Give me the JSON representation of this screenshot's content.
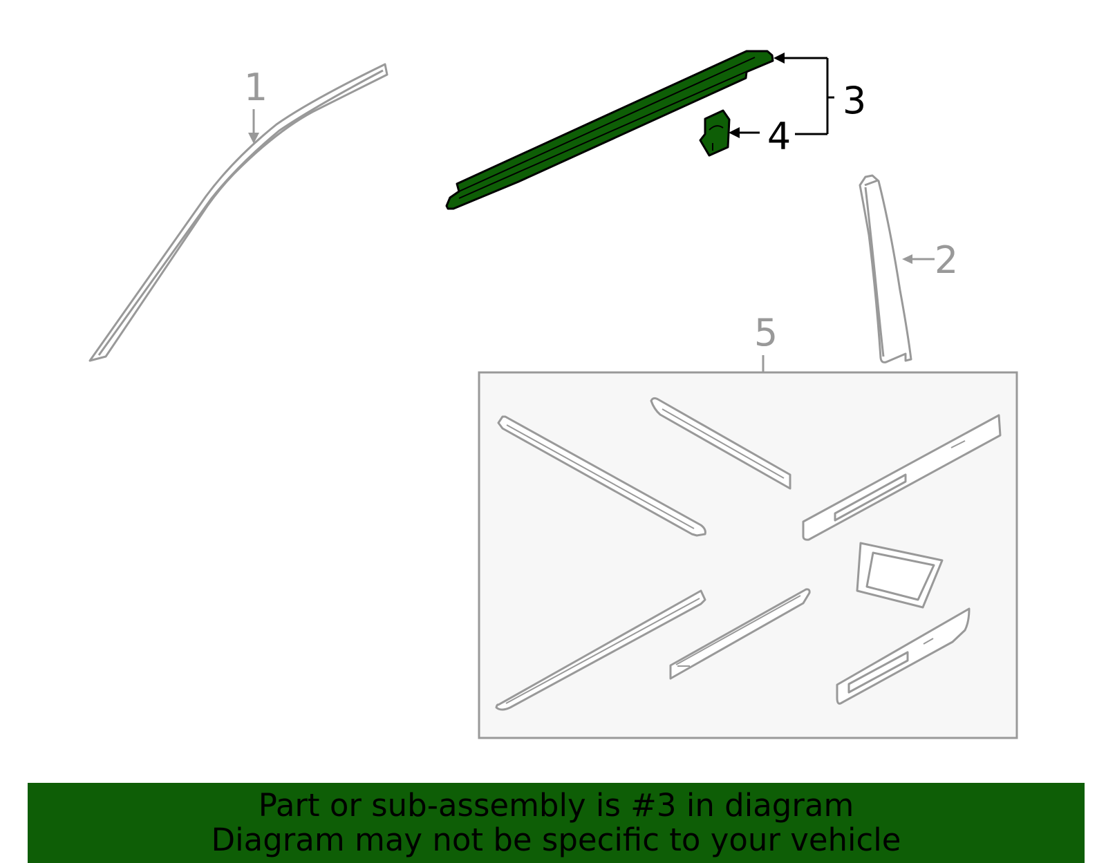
{
  "diagram": {
    "callouts": [
      "1",
      "2",
      "3",
      "4",
      "5"
    ],
    "highlight_part": "3"
  },
  "banner": {
    "line1": "Part or sub-assembly is #3 in diagram",
    "line2": "Diagram may not be specific to your vehicle"
  },
  "colors": {
    "highlight_fill": "#0e5e06",
    "banner_bg": "#0e5e06",
    "part_outline": "#999999",
    "panel_fill": "#f7f7f7",
    "highlight_stroke": "#000000"
  }
}
